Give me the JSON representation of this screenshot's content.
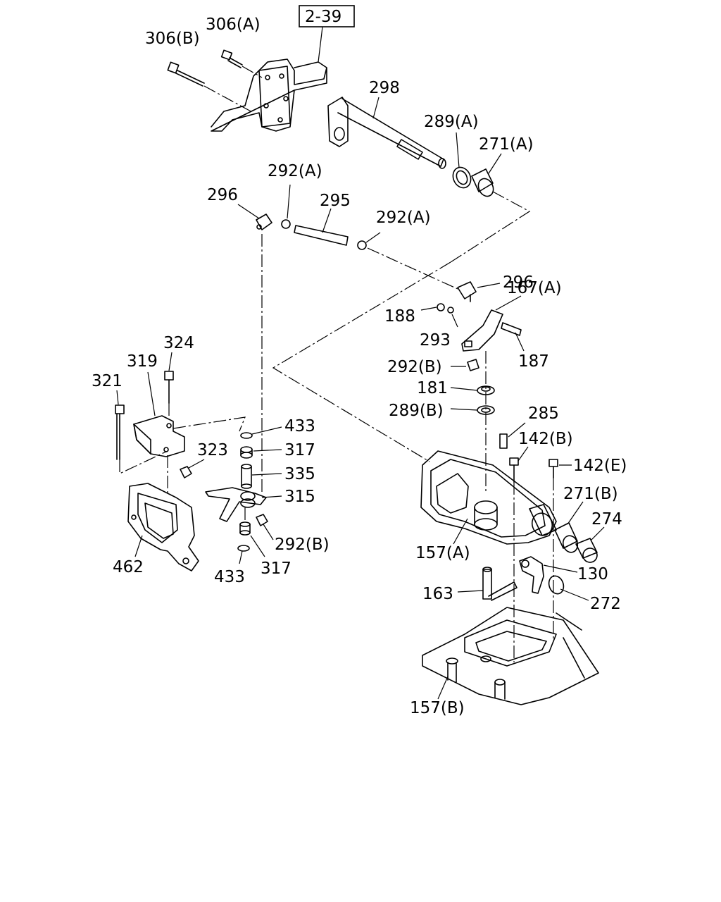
{
  "reference_box": "2-39",
  "labels": {
    "l306B": "306(B)",
    "l306A": "306(A)",
    "l298": "298",
    "l289A": "289(A)",
    "l271A": "271(A)",
    "l292A_1": "292(A)",
    "l296_1": "296",
    "l295": "295",
    "l292A_2": "292(A)",
    "l296_2": "296",
    "l167A": "167(A)",
    "l188": "188",
    "l293": "293",
    "l187": "187",
    "l292B_1": "292(B)",
    "l181": "181",
    "l289B": "289(B)",
    "l285": "285",
    "l142B": "142(B)",
    "l142E": "142(E)",
    "l271B": "271(B)",
    "l274": "274",
    "l157A": "157(A)",
    "l130": "130",
    "l163": "163",
    "l272": "272",
    "l157B": "157(B)",
    "l324": "324",
    "l319": "319",
    "l321": "321",
    "l323": "323",
    "l462": "462",
    "l433_1": "433",
    "l317_1": "317",
    "l335": "335",
    "l315": "315",
    "l292B_2": "292(B)",
    "l433_2": "433",
    "l317_2": "317"
  }
}
